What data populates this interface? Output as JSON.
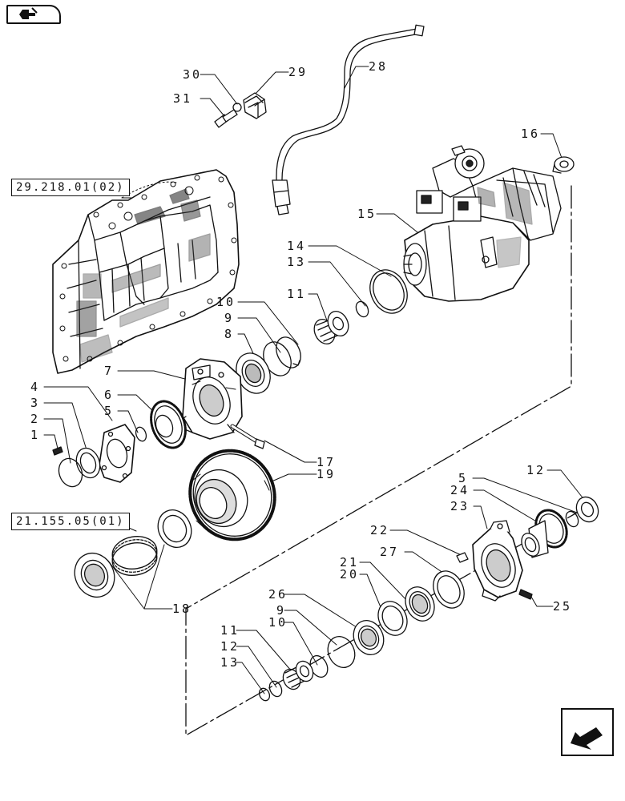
{
  "refs": {
    "frame": "29.218.01(02)",
    "gear": "21.155.05(01)"
  },
  "labels": {
    "n1": "1",
    "n2": "2",
    "n3": "3",
    "n4": "4",
    "n5": "5",
    "n6": "6",
    "n7": "7",
    "n8": "8",
    "n9": "9",
    "n10": "10",
    "n11": "11",
    "n13": "13",
    "n14": "14",
    "n15": "15",
    "n16": "16",
    "n17": "17",
    "n18": "18",
    "n19": "19",
    "n28": "28",
    "n29": "29",
    "n30": "30",
    "n31": "31",
    "m5": "5",
    "m9": "9",
    "m10": "10",
    "m11": "11",
    "m12": "12",
    "m13": "13",
    "m12b": "12",
    "n20": "20",
    "n21": "21",
    "n22": "22",
    "n23": "23",
    "n24": "24",
    "n25": "25",
    "n26": "26",
    "n27": "27"
  },
  "icons": {
    "top_nav": "back-arrow-icon",
    "bottom_nav": "next-page-arrow-icon"
  }
}
